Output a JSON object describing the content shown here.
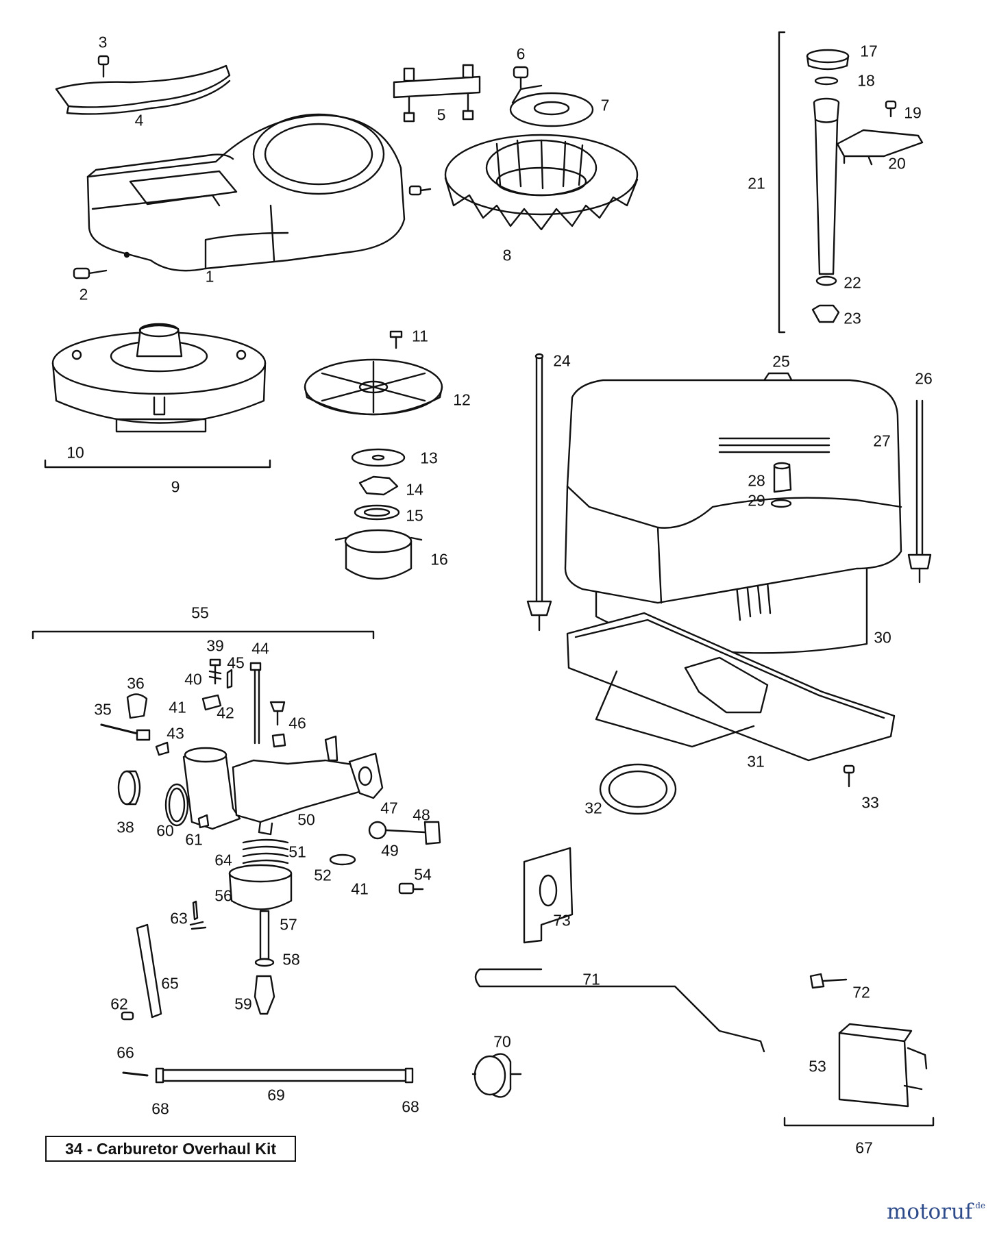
{
  "labels": [
    {
      "text": "1"
    },
    {
      "text": "2"
    },
    {
      "text": "3"
    },
    {
      "text": "4"
    },
    {
      "text": "5"
    },
    {
      "text": "6"
    },
    {
      "text": "7"
    },
    {
      "text": "8"
    },
    {
      "text": "9"
    },
    {
      "text": "10"
    },
    {
      "text": "11"
    },
    {
      "text": "12"
    },
    {
      "text": "13"
    },
    {
      "text": "14"
    },
    {
      "text": "15"
    },
    {
      "text": "16"
    },
    {
      "text": "17"
    },
    {
      "text": "18"
    },
    {
      "text": "19"
    },
    {
      "text": "20"
    },
    {
      "text": "21"
    },
    {
      "text": "22"
    },
    {
      "text": "23"
    },
    {
      "text": "24"
    },
    {
      "text": "25"
    },
    {
      "text": "26"
    },
    {
      "text": "27"
    },
    {
      "text": "28"
    },
    {
      "text": "29"
    },
    {
      "text": "30"
    },
    {
      "text": "31"
    },
    {
      "text": "32"
    },
    {
      "text": "33"
    },
    {
      "text": "35"
    },
    {
      "text": "36"
    },
    {
      "text": "38"
    },
    {
      "text": "39"
    },
    {
      "text": "40"
    },
    {
      "text": "41"
    },
    {
      "text": "41"
    },
    {
      "text": "42"
    },
    {
      "text": "43"
    },
    {
      "text": "44"
    },
    {
      "text": "45"
    },
    {
      "text": "46"
    },
    {
      "text": "47"
    },
    {
      "text": "48"
    },
    {
      "text": "49"
    },
    {
      "text": "50"
    },
    {
      "text": "51"
    },
    {
      "text": "52"
    },
    {
      "text": "53"
    },
    {
      "text": "54"
    },
    {
      "text": "55"
    },
    {
      "text": "56"
    },
    {
      "text": "57"
    },
    {
      "text": "58"
    },
    {
      "text": "59"
    },
    {
      "text": "60"
    },
    {
      "text": "61"
    },
    {
      "text": "62"
    },
    {
      "text": "63"
    },
    {
      "text": "64"
    },
    {
      "text": "65"
    },
    {
      "text": "66"
    },
    {
      "text": "67"
    },
    {
      "text": "68"
    },
    {
      "text": "68"
    },
    {
      "text": "69"
    },
    {
      "text": "70"
    },
    {
      "text": "71"
    },
    {
      "text": "72"
    },
    {
      "text": "73"
    }
  ],
  "kit_note": "34 - Carburetor Overhaul Kit",
  "watermark": {
    "main": "motoruf",
    "suffix": ".de",
    "color_main": "#2d4a8a",
    "color_accent": "#7a9a3a"
  },
  "colors": {
    "line": "#111111",
    "background": "#ffffff"
  }
}
